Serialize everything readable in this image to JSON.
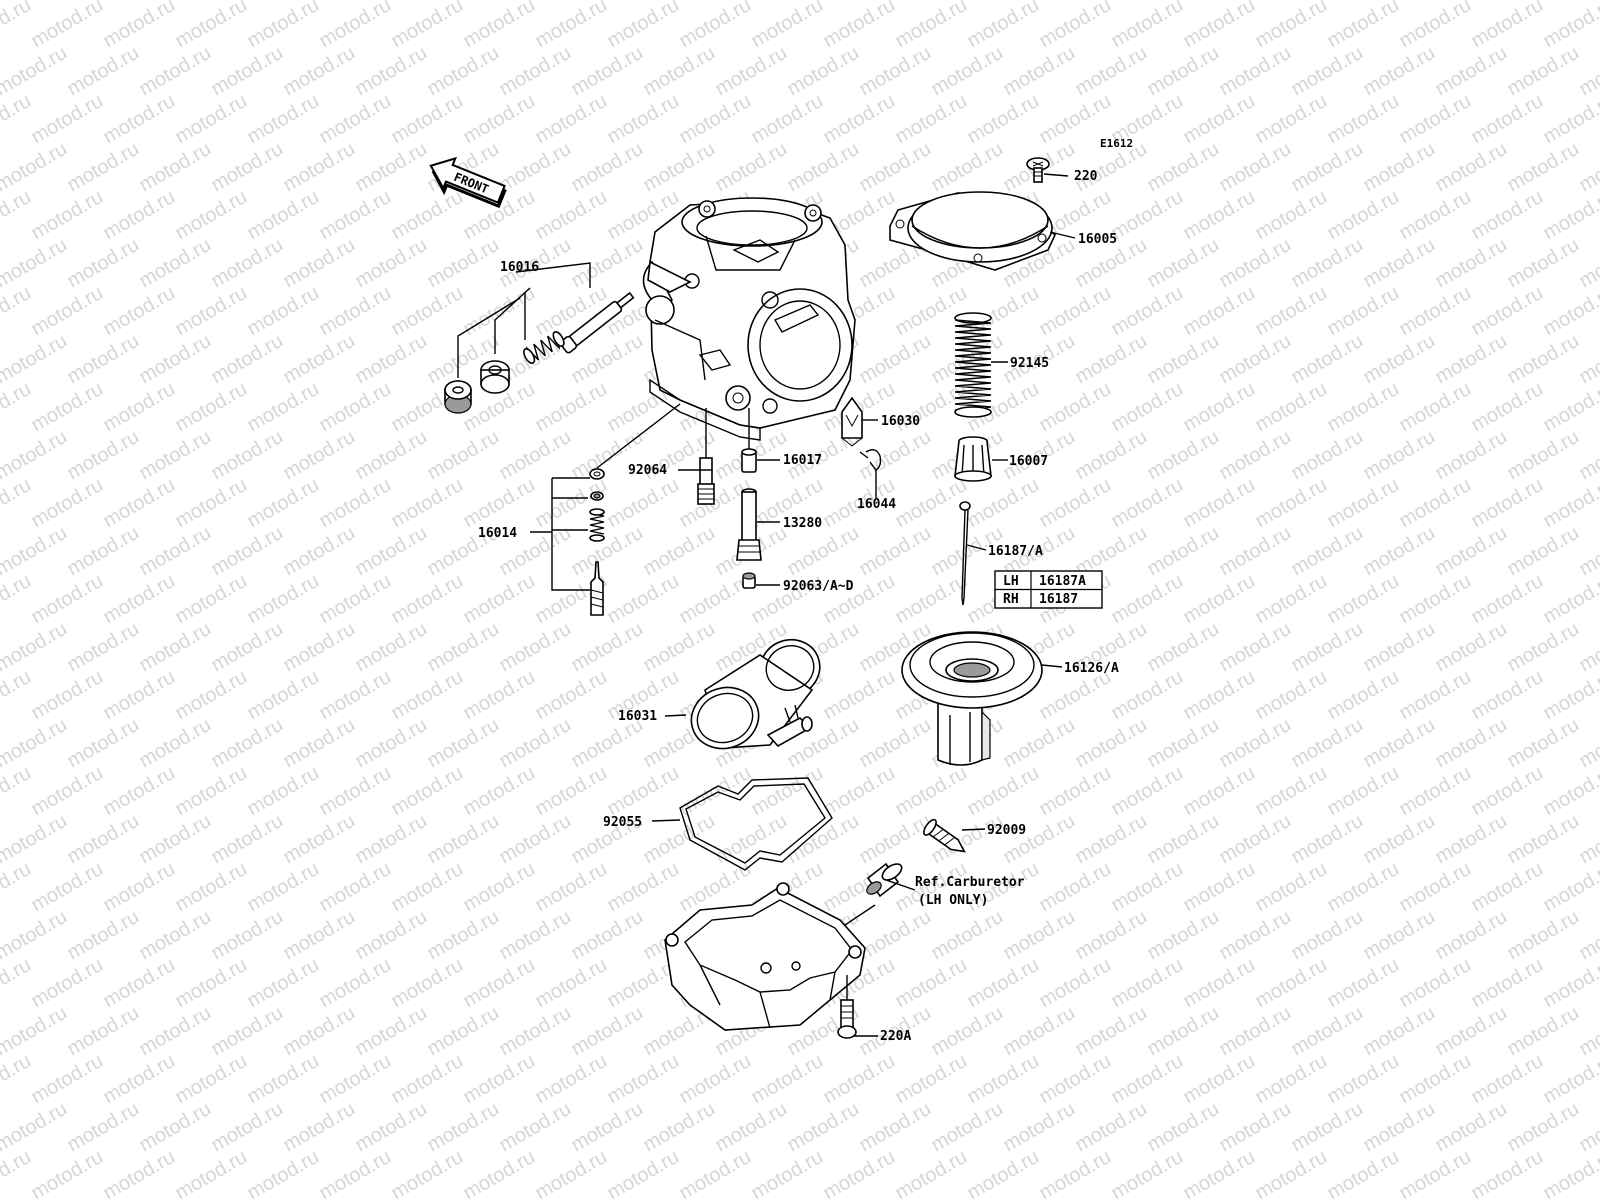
{
  "watermark": "motod.ru",
  "diagram_code": "E1612",
  "front_label": "FRONT",
  "lr_table": [
    {
      "side": "LH",
      "part": "16187A"
    },
    {
      "side": "RH",
      "part": "16187"
    }
  ],
  "callouts": {
    "p220": "220",
    "p16005": "16005",
    "p92145": "92145",
    "p16030": "16030",
    "p16007": "16007",
    "p16044": "16044",
    "p16187": "16187/A",
    "p16126": "16126/A",
    "p16016": "16016",
    "p92064": "92064",
    "p16017": "16017",
    "p16014": "16014",
    "p13280": "13280",
    "p92063": "92063/A~D",
    "p16031": "16031",
    "p92055": "92055",
    "p92009": "92009",
    "ref1": "Ref.Carburetor",
    "ref2": "(LH ONLY)",
    "p220a": "220A"
  }
}
